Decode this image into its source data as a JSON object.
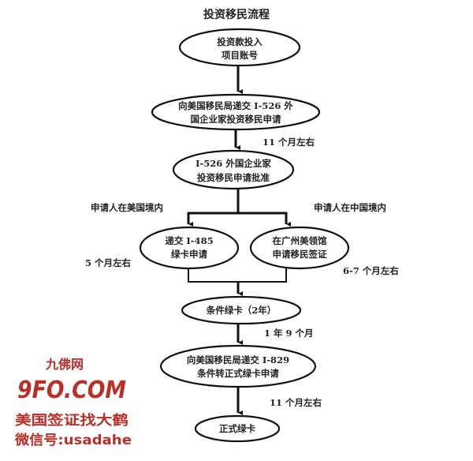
{
  "title": "投资移民流程",
  "nodes": {
    "invest": [
      "投资款投入",
      "项目账号"
    ],
    "i526_submit": [
      "向美国移民局递交 I-526 外",
      "国企业家投资移民申请"
    ],
    "i526_approved": [
      "I-526 外国企业家",
      "投资移民申请批准"
    ],
    "i485": [
      "递交 I-485",
      "绿卡申请"
    ],
    "consulate": [
      "在广州美领馆",
      "申请移民签证"
    ],
    "conditional": [
      "条件绿卡（2年）"
    ],
    "i829": [
      "向美国移民局递交 I-829",
      "条件转正式绿卡申请"
    ],
    "permanent": [
      "正式绿卡"
    ]
  },
  "labels": {
    "wait_i526": "11 个月左右",
    "in_us": "申请人在美国境内",
    "in_china": "申请人在中国境内",
    "wait_i485": "5 个月左右",
    "wait_consulate": "6-7 个月左右",
    "wait_conditional": "1 年 9 个月",
    "wait_i829": "11 个月左右"
  },
  "watermark": {
    "site_cn": "九佛网",
    "site": "9FO.COM",
    "slogan": "美国签证找大鹤",
    "wechat": "微信号:usadahe"
  },
  "colors": {
    "watermark": "#b8302a",
    "line": "#111111"
  }
}
